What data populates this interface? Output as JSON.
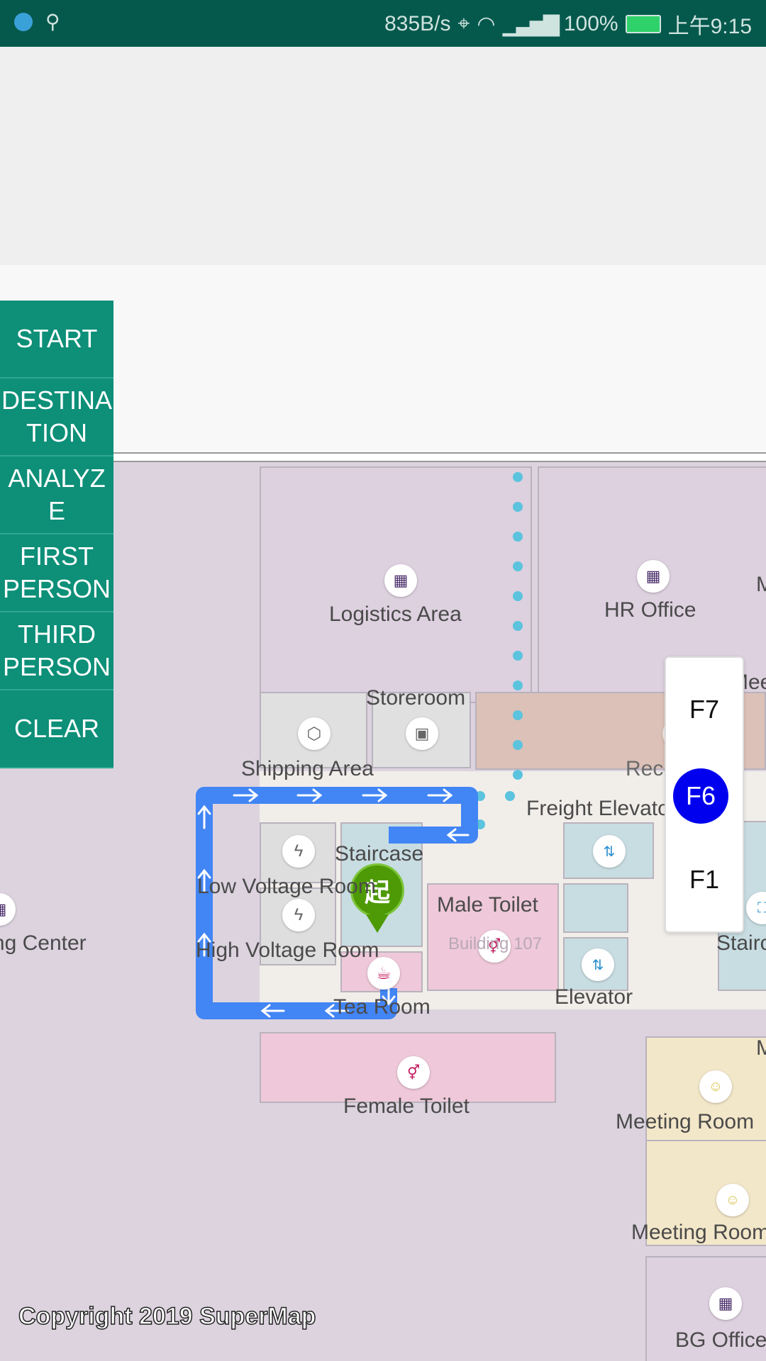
{
  "status_bar": {
    "network_speed": "835B/s",
    "battery": "100%",
    "time": "上午9:15",
    "icons": [
      "globe-icon",
      "usb-icon",
      "location-icon",
      "wifi-icon",
      "signal-icon",
      "battery-icon"
    ]
  },
  "sidebar": {
    "buttons": [
      {
        "label": "START"
      },
      {
        "label": "DESTINA\nTION"
      },
      {
        "label": "ANALYZ\nE"
      },
      {
        "label": "FIRST\nPERSON"
      },
      {
        "label": "THIRD\nPERSON"
      },
      {
        "label": "CLEAR"
      }
    ]
  },
  "floors": {
    "items": [
      "F7",
      "F6",
      "F1"
    ],
    "active": "F6"
  },
  "map": {
    "labels": {
      "logistics": "Logistics Area",
      "hr": "HR Office",
      "storeroom": "Storeroom",
      "shipping": "Shipping Area",
      "reception": "Reception",
      "freight": "Freight Elevator",
      "staircase": "Staircase",
      "low_voltage": "Low Voltage Room",
      "high_voltage": "High Voltage Room",
      "male_toilet": "Male Toilet",
      "building": "Building 107",
      "elevator": "Elevator",
      "tea_room": "Tea Room",
      "female_toilet": "Female Toilet",
      "meeting1": "Meeting Room",
      "meeting2": "Meeting Room",
      "bg_office": "BG Office",
      "stairs_right": "Staircase",
      "training": "Training Center",
      "m_top": "M",
      "mee": "Meeting Room",
      "m_right": "M"
    },
    "start_marker": "起",
    "accent_route": "#4285f4",
    "accent_dots": "#5bc3dd"
  },
  "copyright": "Copyright 2019 SuperMap"
}
